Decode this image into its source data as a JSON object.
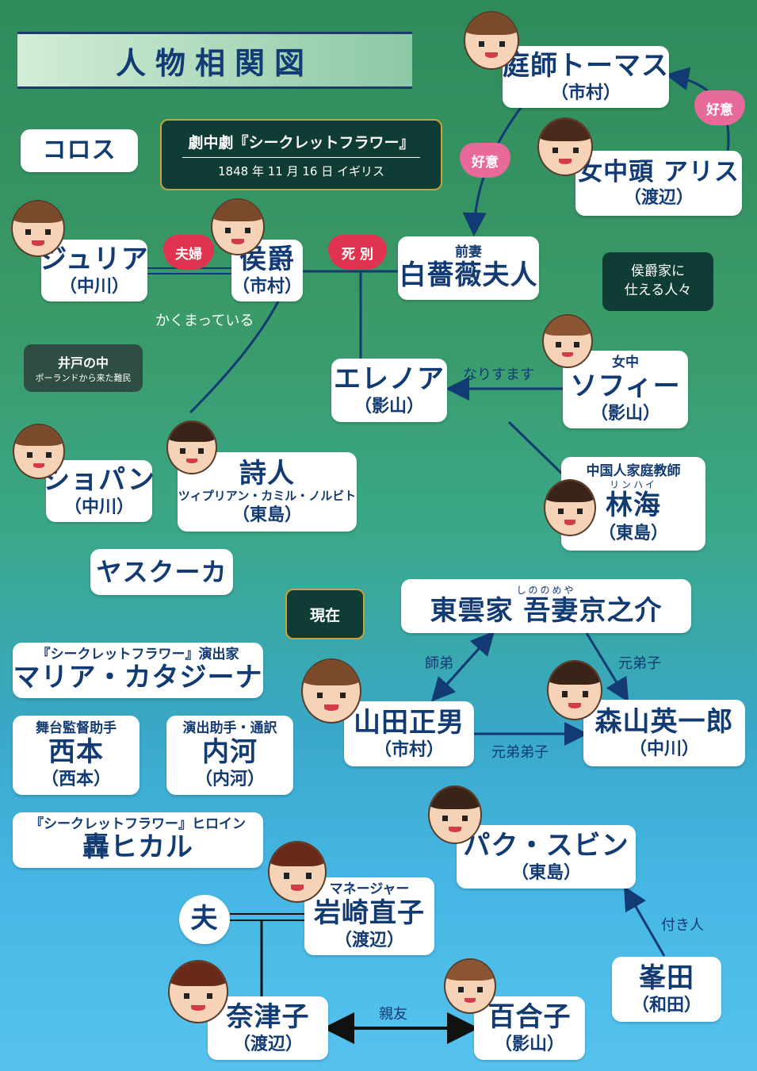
{
  "title": "人物相関図",
  "colors": {
    "navy": "#123a73",
    "heart": "#e0334f",
    "pink": "#e86a9a",
    "dark": "#0f3c34",
    "gold": "#c9a23a"
  },
  "play": {
    "heading": "劇中劇『シークレットフラワー』",
    "sub": "1848 年 11 月 16 日  イギリス"
  },
  "chorus": "コロス",
  "thomas": {
    "name": "庭師トーマス",
    "actor": "（市村）"
  },
  "alice": {
    "name": "女中頭 アリス",
    "actor": "（渡辺）"
  },
  "julia": {
    "name": "ジュリア",
    "actor": "（中川）"
  },
  "marquis": {
    "name": "侯爵",
    "actor": "（市村）"
  },
  "lady": {
    "role": "前妻",
    "name": "白薔薇夫人"
  },
  "household": {
    "line1": "侯爵家に",
    "line2": "仕える人々"
  },
  "well": {
    "title": "井戸の中",
    "sub": "ポーランドから来た難民"
  },
  "eleanor": {
    "name": "エレノア",
    "actor": "（影山）"
  },
  "sophie": {
    "role": "女中",
    "name": "ソフィー",
    "actor": "（影山）"
  },
  "linhai": {
    "role": "中国人家庭教師",
    "ruby": "リンハイ",
    "name": "林海",
    "actor": "（東島）"
  },
  "chopin": {
    "name": "ショパン",
    "actor": "（中川）"
  },
  "poet": {
    "name": "詩人",
    "full": "ツィプリアン・カミル・ノルビト",
    "actor": "（東島）"
  },
  "yaskuka": "ヤスクーカ",
  "present": "現在",
  "shinonome": {
    "ruby": "しののめや",
    "name": "東雲家 吾妻京之介"
  },
  "maria": {
    "role": "『シークレットフラワー』演出家",
    "name": "マリア・カタジーナ"
  },
  "nishimoto": {
    "role": "舞台監督助手",
    "name": "西本",
    "actor": "（西本）"
  },
  "uchikawa": {
    "role": "演出助手・通訳",
    "name": "内河",
    "actor": "（内河）"
  },
  "yamada": {
    "name": "山田正男",
    "actor": "（市村）"
  },
  "moriyama": {
    "name": "森山英一郎",
    "actor": "（中川）"
  },
  "hikaru": {
    "role": "『シークレットフラワー』ヒロイン",
    "name": "轟ヒカル"
  },
  "park": {
    "name": "パク・スビン",
    "actor": "（東島）"
  },
  "iwasaki": {
    "role": "マネージャー",
    "name": "岩崎直子",
    "actor": "（渡辺）"
  },
  "husband": "夫",
  "natsuko": {
    "name": "奈津子",
    "actor": "（渡辺）"
  },
  "yuriko": {
    "name": "百合子",
    "actor": "（影山）"
  },
  "mineda": {
    "name": "峯田",
    "actor": "（和田）"
  },
  "relations": {
    "koui1": "好意",
    "koui2": "好意",
    "fuufu": "夫婦",
    "shibetsu": "死 別",
    "kakumatte": "かくまっている",
    "narisumasu": "なりすます",
    "shitei": "師弟",
    "motodeshi": "元弟子",
    "motodeshideshi": "元弟弟子",
    "tsukibito": "付き人",
    "shinyuu": "親友"
  }
}
